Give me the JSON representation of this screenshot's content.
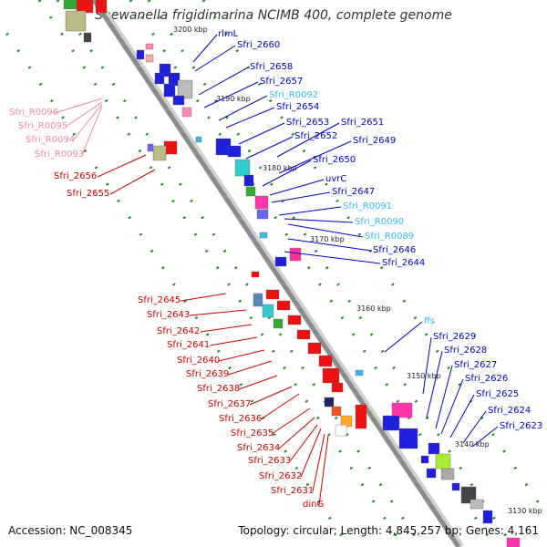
{
  "title": "Shewanella frigidimarina NCIMB 400, complete genome",
  "footer": {
    "accession": "Accession: NC_008345",
    "topology": "Topology: circular; Length: 4,845,257 bp; Genes: 4,161"
  },
  "colors": {
    "backbone": "#8c8c8c",
    "tick_dots": "#1a8a1a",
    "label_blue": "#0000cc",
    "label_red": "#cc0000",
    "label_cyan": "#33bbee",
    "label_pink": "#ee88aa",
    "gene_blue": "#1f1fdd",
    "gene_red": "#ee1111"
  },
  "scale_labels": [
    "3200 kbp",
    "3190 kbp",
    "3180 kbp",
    "3170 kbp",
    "3160 kbp",
    "3150 kbp",
    "3140 kbp",
    "3130 kbp"
  ],
  "labels_top_right": [
    "rlmL",
    "Sfri_2660",
    "Sfri_2658",
    "Sfri_2657",
    "Sfri_R0092",
    "Sfri_2654",
    "Sfri_2653",
    "Sfri_2651",
    "Sfri_2652",
    "Sfri_2649",
    "Sfri_2650",
    "uvrC",
    "Sfri_2647",
    "Sfri_R0091",
    "Sfri_R0090",
    "Sfri_R0089",
    "Sfri_2646",
    "Sfri_2644"
  ],
  "labels_top_left_pink": [
    "Sfri_R0096",
    "Sfri_R0095",
    "Sfri_R0094",
    "Sfri_R0093"
  ],
  "labels_left_red_upper": [
    "Sfri_2656",
    "Sfri_2655"
  ],
  "labels_left_red_lower": [
    "Sfri_2645",
    "Sfri_2643",
    "Sfri_2642",
    "Sfri_2641",
    "Sfri_2640",
    "Sfri_2639",
    "Sfri_2638",
    "Sfri_2637",
    "Sfri_2636",
    "Sfri_2635",
    "Sfri_2634",
    "Sfri_2633",
    "Sfri_2632",
    "Sfri_2631",
    "dinG"
  ],
  "labels_bottom_right": [
    "ffs",
    "Sfri_2629",
    "Sfri_2628",
    "Sfri_2627",
    "Sfri_2626",
    "Sfri_2625",
    "Sfri_2624",
    "Sfri_2623"
  ]
}
